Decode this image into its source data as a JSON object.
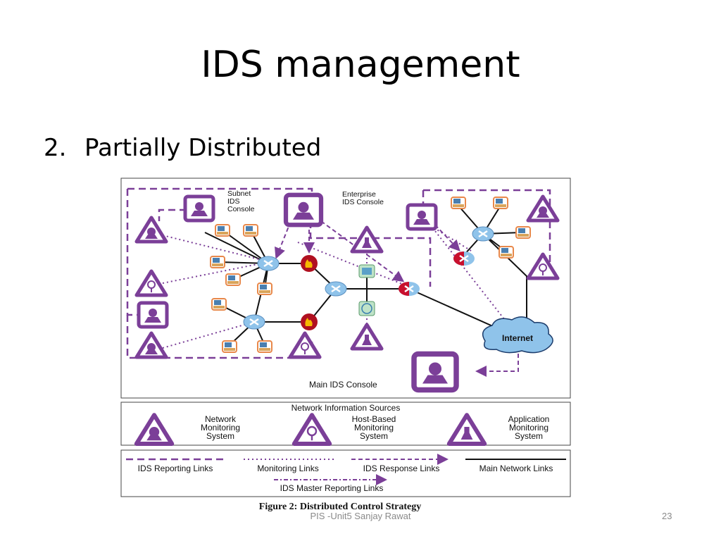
{
  "slide": {
    "title": "IDS management",
    "bullet_number": "2.",
    "bullet_text": "Partially Distributed",
    "footer": "PIS -Unit5 Sanjay Rawat",
    "page_number": "23"
  },
  "diagram": {
    "labels": {
      "subnet_console": [
        "Subnet",
        "IDS",
        "Console"
      ],
      "enterprise_console": [
        "Enterprise",
        "IDS Console"
      ],
      "main_console": "Main IDS Console",
      "internet": "Internet"
    },
    "sources": {
      "heading": "Network Information Sources",
      "network": [
        "Network",
        "Monitoring",
        "System"
      ],
      "host": [
        "Host-Based",
        "Monitoring",
        "System"
      ],
      "application": [
        "Application",
        "Monitoring",
        "System"
      ]
    },
    "links": {
      "reporting": "IDS Reporting Links",
      "monitoring": "Monitoring Links",
      "response": "IDS Response Links",
      "main": "Main Network Links",
      "master": "IDS Master Reporting Links"
    },
    "caption": "Figure 2: Distributed Control Strategy",
    "colors": {
      "purple": "#7b3f98",
      "router_blue": "#8fc3ea",
      "firewall_red": "#c8102e",
      "internet_blue": "#8fc3ea",
      "pc_orange": "#e8884a"
    }
  }
}
